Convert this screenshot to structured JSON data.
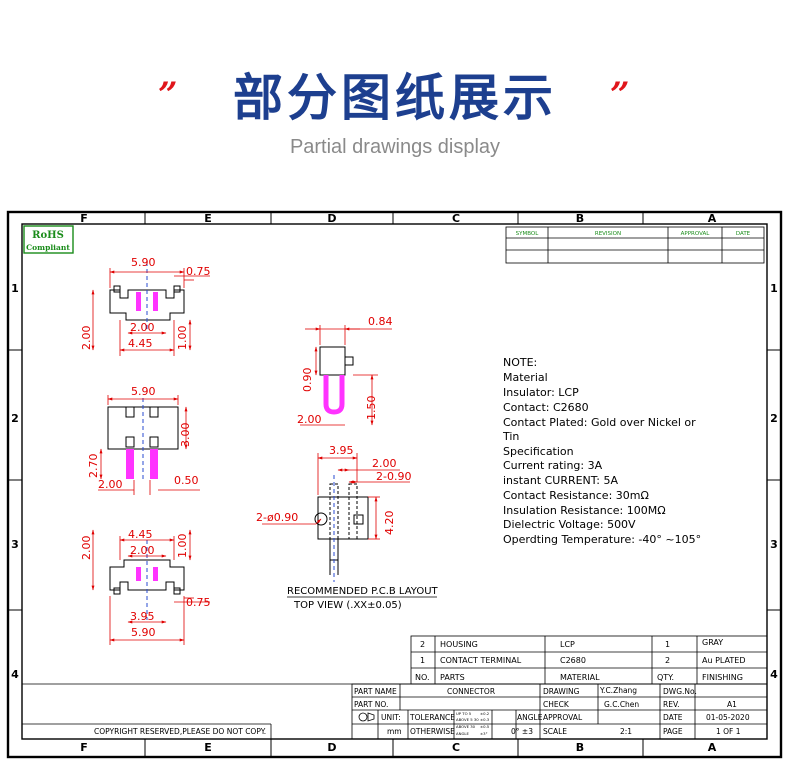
{
  "header": {
    "title": "部分图纸展示",
    "subtitle": "Partial drawings display",
    "quote_left": "”",
    "quote_right": "”"
  },
  "frame": {
    "columns": [
      "F",
      "E",
      "D",
      "C",
      "B",
      "A"
    ],
    "rows": [
      "1",
      "2",
      "3",
      "4"
    ]
  },
  "rohs": {
    "line1": "RoHS",
    "line2": "Compliant"
  },
  "revision_table": {
    "headers": [
      "SYMBOL",
      "REVISION",
      "APPROVAL",
      "DATE"
    ]
  },
  "dims": {
    "front_top_width": "5.90",
    "front_top_075": "0.75",
    "front_top_200w": "2.00",
    "front_top_445": "4.45",
    "front_top_200h": "2.00",
    "front_top_100": "1.00",
    "side_084": "0.84",
    "side_090": "0.90",
    "side_150": "1.50",
    "side_200": "2.00",
    "mid_590": "5.90",
    "mid_300": "3.00",
    "mid_270": "2.70",
    "mid_200": "2.00",
    "mid_050": "0.50",
    "pcb_395": "3.95",
    "pcb_200": "2.00",
    "pcb_2_090": "2-0.90",
    "pcb_420": "4.20",
    "pcb_2_phi": "2-ø0.90",
    "bot_445": "4.45",
    "bot_200w": "2.00",
    "bot_200h": "2.00",
    "bot_100": "1.00",
    "bot_075": "0.75",
    "bot_395": "3.95",
    "bot_590": "5.90"
  },
  "pcb_layout": {
    "title": "RECOMMENDED P.C.B LAYOUT",
    "subtitle": "TOP VIEW (.XX±0.05)"
  },
  "notes": [
    "NOTE:",
    "Material",
    "Insulator: LCP",
    "Contact: C2680",
    "Contact Plated: Gold over Nickel or",
    "Tin",
    "Specification",
    "Current rating: 3A",
    "instant CURRENT: 5A",
    "Contact Resistance: 30mΩ",
    "Insulation Resistance: 100MΩ",
    "Dielectric Voltage: 500V",
    "Operdting Temperature: -40° ~105°"
  ],
  "parts_table": [
    {
      "no": "2",
      "part": "HOUSING",
      "material": "LCP",
      "qty": "1",
      "finishing": "GRAY"
    },
    {
      "no": "1",
      "part": "CONTACT TERMINAL",
      "material": "C2680",
      "qty": "2",
      "finishing": "Au PLATED"
    }
  ],
  "parts_header": {
    "no": "NO.",
    "part": "PARTS",
    "material": "MATERIAL",
    "qty": "QTY.",
    "finishing": "FINISHING"
  },
  "title_block": {
    "part_name_label": "PART NAME",
    "part_name": "CONNECTOR",
    "part_no_label": "PART NO.",
    "drawing_label": "DRAWING",
    "drawing": "Y.C.Zhang",
    "check_label": "CHECK",
    "check": "G.C.Chen",
    "approval_label": "APPROVAL",
    "dwg_no_label": "DWG.No.",
    "rev_label": "REV.",
    "rev": "A1",
    "date_label": "DATE",
    "date": "01-05-2020",
    "page_label": "PAGE",
    "page": "1 OF 1",
    "unit_label": "UNIT:",
    "unit": "mm",
    "tolerance_label": "TOLERANCE",
    "otherwise_label": "OTHERWISE",
    "tol_rows": [
      "UP TO 5",
      "ABOVE 5 30",
      "ABOVE 30",
      "ANGLE"
    ],
    "tol_vals": [
      "±0.2",
      "±0.3",
      "±0.5",
      "±3°"
    ],
    "angle_label": "ANGLE",
    "angle_val": "0° ±3",
    "scale_label": "SCALE",
    "scale": "2:1",
    "copyright": "COPYRIGHT RESERVED,PLEASE DO NOT COPY."
  },
  "colors": {
    "title_blue": "#1d3f8f",
    "accent_red": "#e0161b",
    "dim_red": "#e00000",
    "pin_magenta": "#ff33ff",
    "rohs_green": "#1a8c1a",
    "center_blue": "#2a4bd0"
  }
}
